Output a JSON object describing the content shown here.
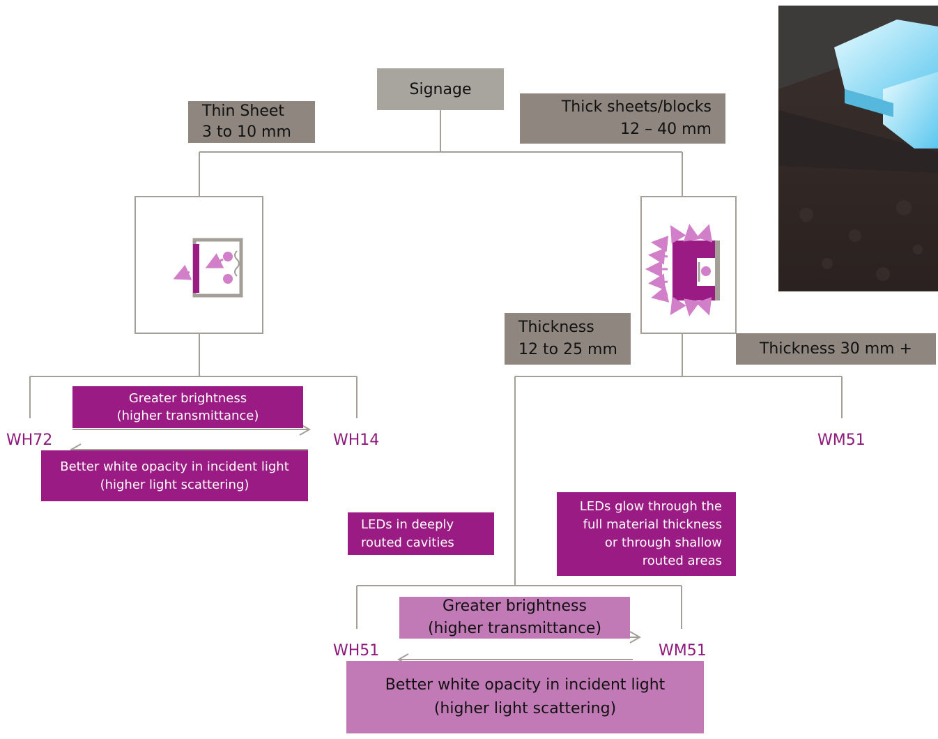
{
  "root": {
    "label": "Signage"
  },
  "thin": {
    "line1": "Thin Sheet",
    "line2": "3 to 10 mm"
  },
  "thick": {
    "line1": "Thick sheets/blocks",
    "line2": "12 – 40 mm"
  },
  "thickness_mid": {
    "line1": "Thickness",
    "line2": "12 to 25 mm"
  },
  "thickness_high": {
    "label": "Thickness 30 mm +"
  },
  "left_pair": {
    "brightness": {
      "line1": "Greater brightness",
      "line2": "(higher transmittance)"
    },
    "opacity": {
      "line1": "Better white opacity in incident light",
      "line2": "(higher light scattering)"
    },
    "left_code": "WH72",
    "right_code": "WH14"
  },
  "right_code": "WM51",
  "note_routed": {
    "line1": "LEDs in deeply",
    "line2": "routed cavities"
  },
  "note_glow": {
    "line1": "LEDs glow through the",
    "line2": "full material thickness",
    "line3": "or through shallow",
    "line4": "routed areas"
  },
  "bottom_pair": {
    "brightness": {
      "line1": "Greater brightness",
      "line2": "(higher transmittance)"
    },
    "opacity": {
      "line1": "Better white opacity in incident light",
      "line2": "(higher light scattering)"
    },
    "left_code": "WH51",
    "right_code": "WM51"
  },
  "colors": {
    "magenta": "#9b1b84",
    "pink": "#c27ab7",
    "grey": "#a8a49e",
    "dark_grey": "#8f8680",
    "line": "#a49e98",
    "glow": "#d17fc8"
  }
}
